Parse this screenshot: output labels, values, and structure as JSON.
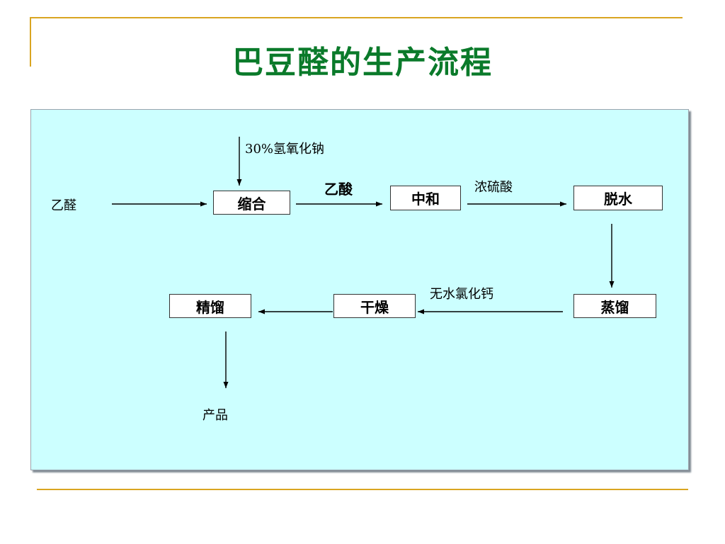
{
  "slide": {
    "title": "巴豆醛的生产流程"
  },
  "diagram": {
    "input_label": "乙醛",
    "reagent_top": "30%氢氧化钠",
    "nodes": {
      "condense": "缩合",
      "neutralize": "中和",
      "dehydrate": "脱水",
      "distill": "蒸馏",
      "dry": "干燥",
      "rectify": "精馏"
    },
    "edge_labels": {
      "acetic_acid": "乙酸",
      "conc_sulfuric_acid": "浓硫酸",
      "anhydrous_cacl2": "无水氯化钙"
    },
    "output_label": "产品"
  }
}
